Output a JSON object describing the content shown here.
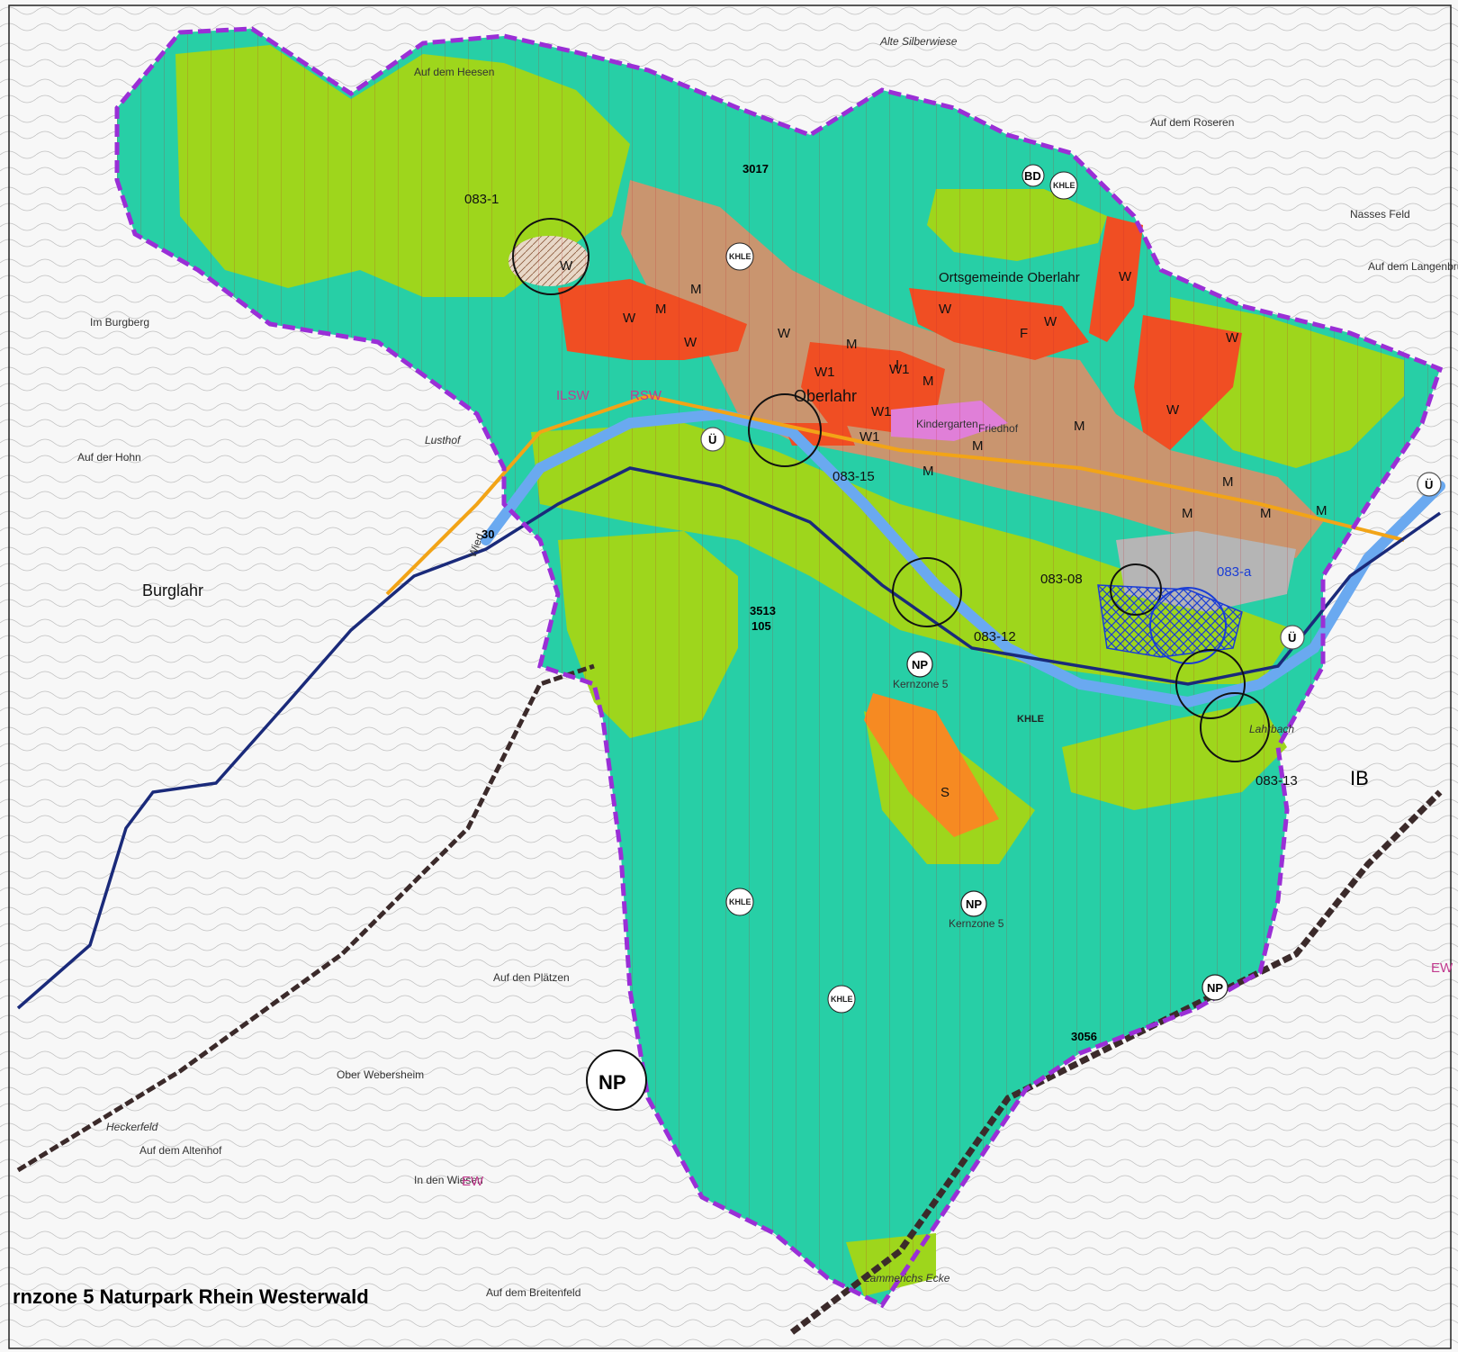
{
  "map": {
    "title": "rnzone 5 Naturpark Rhein Westerwald",
    "colors": {
      "forest": "#27cfa6",
      "meadow": "#9ed61c",
      "residential": "#f04e23",
      "mixed": "#c9956f",
      "commercial": "#b5b5b5",
      "special": "#f68a22",
      "boundary": "#9a2fd6",
      "river": "#6aa9f0",
      "road": "#f2a417",
      "rail": "#3b2a2a",
      "district": "#1a2a7a",
      "hatch": "#1a3dd6"
    },
    "town_labels": {
      "oberlahr": "Ortsgemeinde Oberlahr",
      "oberlahr_short": "Oberlahr",
      "burglahr": "Burglahr",
      "heckerfeld": "Heckerfeld",
      "lusthof": "Lusthof",
      "alte_silberwiese": "Alte Silberwiese"
    },
    "zone_codes": {
      "w": "W",
      "w1": "W1",
      "m": "M",
      "s": "S",
      "f": "F",
      "i": "I"
    },
    "plan_codes": {
      "c083_1": "083-1",
      "c083_15": "083-15",
      "c083_08": "083-08",
      "c083_a": "083-a",
      "c083_12": "083-12",
      "c083_13": "083-13"
    },
    "symbols": {
      "np": "NP",
      "khle": "KHLE",
      "bd": "BD",
      "u": "Ü",
      "kernzone": "Kernzone 5",
      "ew": "EW",
      "ib": "IB",
      "rsw": "RSW",
      "ilsw": "ILSW"
    },
    "misc_labels": {
      "wied": "Wied",
      "lahrbach": "Lahrbach",
      "kindergarten": "Kindergarten",
      "friedhof": "Friedhof",
      "n3017": "3017",
      "n3513": "3513",
      "n3056": "3056",
      "n105": "105",
      "n30": "30",
      "auf_der_hohn": "Auf der Hohn",
      "im_burgberg": "Im Burgberg",
      "auf_dem_heesen": "Auf dem Heesen",
      "in_den_wiesen": "In den Wiesen",
      "auf_dem_platzen": "Auf den Plätzen",
      "ober_webersheim": "Ober Webersheim",
      "auf_dem_altenhof": "Auf dem Altenhof",
      "lammerichs_ecke": "Lammerichs Ecke",
      "auf_dem_breitenfeld": "Auf dem Breitenfeld",
      "auf_dem_rosenberg": "Auf dem Roseren",
      "nasses_feld": "Nasses Feld",
      "auf_dem_langenbruche": "Auf dem Langenbruche"
    }
  }
}
